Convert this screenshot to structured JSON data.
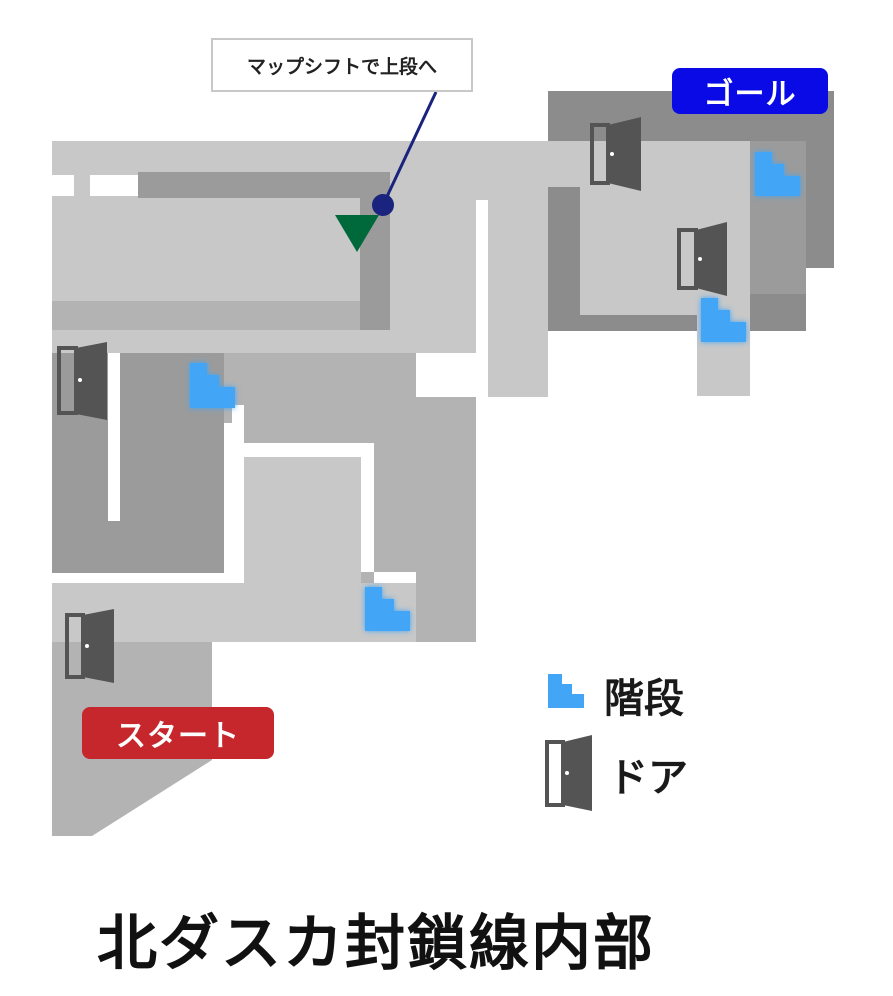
{
  "callout": {
    "text": "マップシフトで上段へ"
  },
  "markers": {
    "goal": "ゴール",
    "start": "スタート"
  },
  "legend": {
    "stairs": "階段",
    "door": "ドア"
  },
  "title": "北ダスカ封鎖線内部",
  "icons": {
    "stairs": "stairs-icon",
    "door": "door-icon",
    "player": "player-position-icon",
    "callout_pin": "location-pin-icon"
  },
  "colors": {
    "floor_light": "#c8c8c8",
    "floor_mid": "#b3b3b3",
    "floor_dark": "#9b9b9b",
    "floor_darkest": "#8c8c8c",
    "stairs": "#42a5f5",
    "door": "#545454",
    "player": "#00693c",
    "pin": "#1a237e",
    "goal": "#0a0ae6",
    "start": "#c5272d"
  }
}
